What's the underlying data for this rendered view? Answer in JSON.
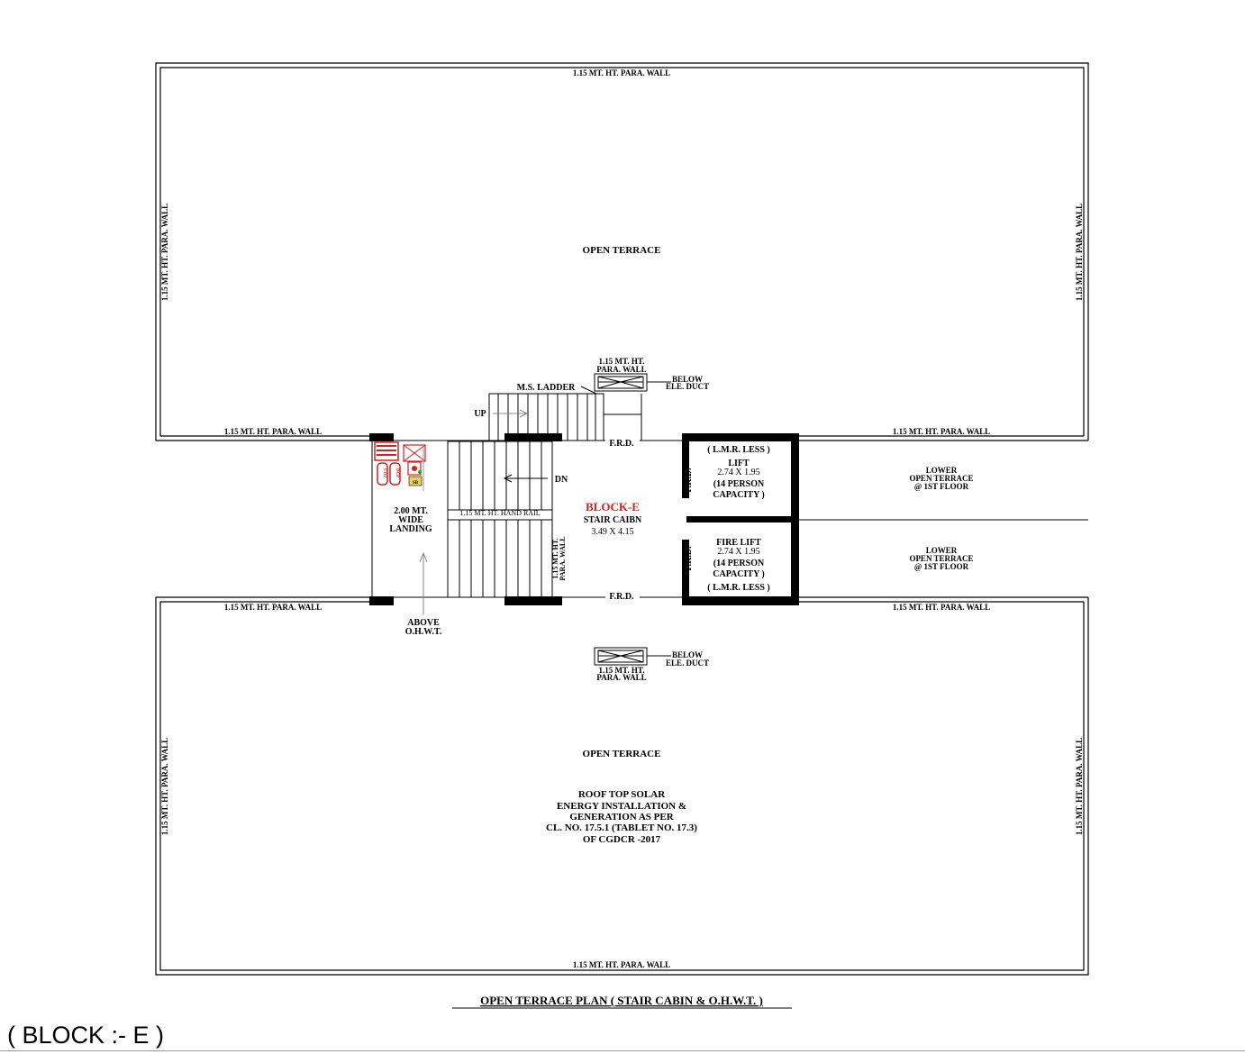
{
  "drawing": {
    "plan_title": "OPEN TERRACE PLAN ( STAIR CABIN & O.H.W.T. )",
    "block_label": "( BLOCK :- E )",
    "para_wall": "1.15  MT. HT. PARA. WALL",
    "para_wall_vertical": "1.15 MT. HT. PARA. WALL",
    "open_terrace_top": "OPEN TERRACE",
    "open_terrace_bottom": "OPEN TERRACE",
    "solar_note": [
      "ROOF TOP SOLAR",
      "ENERGY INSTALLATION &",
      "GENERATION AS PER",
      "CL. NO. 17.5.1 (TABLET NO. 17.3)",
      "OF CGDCR -2017"
    ],
    "duct_para": [
      "1.15  MT. HT.",
      "PARA. WALL"
    ],
    "duct_below": [
      "BELOW",
      "ELE. DUCT"
    ],
    "ladder": "M.S. LADDER",
    "up": "UP",
    "dn": "DN",
    "frd": "F.R.D.",
    "block_name": "BLOCK-E",
    "stair_cabin": "STAIR CAIBN",
    "stair_size": "3.49 X 4.15",
    "hand_rail": "1.15  MT. HT. HAND RAIL",
    "stair_para": [
      "1.15 MT. HT.",
      "PARA. WALL"
    ],
    "landing": [
      "2.00 MT.",
      "WIDE",
      "LANDING"
    ],
    "above_ohwt": [
      "ABOVE",
      "O.H.W.T."
    ],
    "lift": [
      "( L.M.R. LESS )",
      "LIFT",
      "2.74 X 1.95",
      "(14 PERSON",
      "CAPACITY )"
    ],
    "fire_lift": [
      "FIRE LIFT",
      "2.74 X 1.95",
      "(14 PERSON",
      "CAPACITY )",
      "( L.M.R. LESS )"
    ],
    "lower_terrace": [
      "LOWER",
      "OPEN TERRACE",
      "@ 1ST FLOOR"
    ],
    "extinguishers": [
      "CO2",
      "DCP",
      "SB"
    ],
    "colors": {
      "line": "#000000",
      "accent": "#d42020"
    }
  }
}
